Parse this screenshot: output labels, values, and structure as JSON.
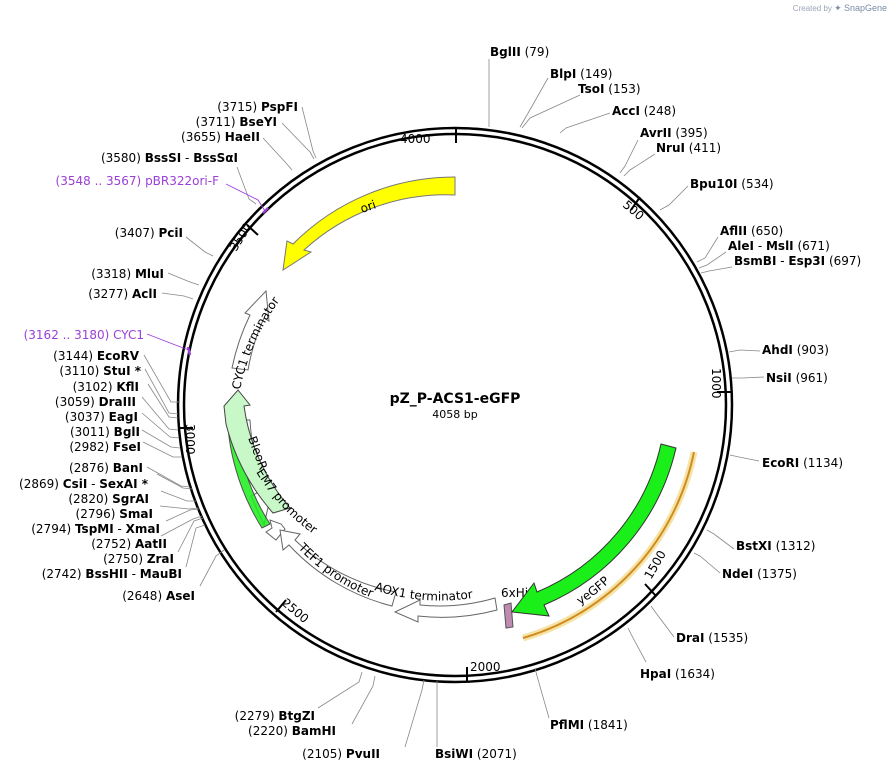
{
  "header": {
    "watermark_prefix": "Created by",
    "watermark_brand": "SnapGene"
  },
  "plasmid": {
    "name": "pZ_P-ACS1-eGFP",
    "length_label": "4058 bp",
    "length": 4058
  },
  "colors": {
    "purple": "#9b3fd8",
    "yellow": "#ffff00",
    "green": "#1aef1a",
    "light_green": "#c8f7c8",
    "orange": "#d18b1e",
    "pink": "#c08bb0"
  },
  "ticks": [
    {
      "pos": 500,
      "label": "500"
    },
    {
      "pos": 1000,
      "label": "1000"
    },
    {
      "pos": 1500,
      "label": "1500"
    },
    {
      "pos": 2000,
      "label": "2000"
    },
    {
      "pos": 2500,
      "label": "2500"
    },
    {
      "pos": 3000,
      "label": "3000"
    },
    {
      "pos": 3500,
      "label": "3500"
    },
    {
      "pos": 4000,
      "label": "4000"
    }
  ],
  "sites": [
    {
      "name": "BglII",
      "pos": "79"
    },
    {
      "name": "BlpI",
      "pos": "149"
    },
    {
      "name": "TsoI",
      "pos": "153"
    },
    {
      "name": "AccI",
      "pos": "248"
    },
    {
      "name": "AvrII",
      "pos": "395"
    },
    {
      "name": "NruI",
      "pos": "411"
    },
    {
      "name": "Bpu10I",
      "pos": "534"
    },
    {
      "name": "AflII",
      "pos": "650"
    },
    {
      "name": "AleI",
      "name2": "MslI",
      "pos": "671"
    },
    {
      "name": "BsmBI",
      "name2": "Esp3I",
      "pos": "697"
    },
    {
      "name": "AhdI",
      "pos": "903"
    },
    {
      "name": "NsiI",
      "pos": "961"
    },
    {
      "name": "EcoRI",
      "pos": "1134"
    },
    {
      "name": "BstXI",
      "pos": "1312"
    },
    {
      "name": "NdeI",
      "pos": "1375"
    },
    {
      "name": "DraI",
      "pos": "1535"
    },
    {
      "name": "HpaI",
      "pos": "1634"
    },
    {
      "name": "PflMI",
      "pos": "1841"
    },
    {
      "name": "BsiWI",
      "pos": "2071"
    },
    {
      "name": "PvuII",
      "pos": "2105"
    },
    {
      "name": "BamHI",
      "pos": "2220"
    },
    {
      "name": "BtgZI",
      "pos": "2279"
    },
    {
      "name": "AseI",
      "pos": "2648"
    },
    {
      "name": "BssHII",
      "name2": "MauBI",
      "pos": "2742"
    },
    {
      "name": "ZraI",
      "pos": "2750"
    },
    {
      "name": "AatII",
      "pos": "2752"
    },
    {
      "name": "TspMI",
      "name2": "XmaI",
      "pos": "2794"
    },
    {
      "name": "SmaI",
      "pos": "2796"
    },
    {
      "name": "SgrAI",
      "pos": "2820"
    },
    {
      "name": "CsiI",
      "name2": "SexAI *",
      "pos": "2869"
    },
    {
      "name": "BanI",
      "pos": "2876"
    },
    {
      "name": "FseI",
      "pos": "2982"
    },
    {
      "name": "BglI",
      "pos": "3011"
    },
    {
      "name": "EagI",
      "pos": "3037"
    },
    {
      "name": "DraIII",
      "pos": "3059"
    },
    {
      "name": "KflI",
      "pos": "3102"
    },
    {
      "name": "StuI *",
      "pos": "3110"
    },
    {
      "name": "EcoRV",
      "pos": "3144"
    },
    {
      "name": "AclI",
      "pos": "3277"
    },
    {
      "name": "MluI",
      "pos": "3318"
    },
    {
      "name": "PciI",
      "pos": "3407"
    },
    {
      "name": "BssSI",
      "name2": "BssSαI",
      "pos": "3580"
    },
    {
      "name": "HaeII",
      "pos": "3655"
    },
    {
      "name": "BseYI",
      "pos": "3711"
    },
    {
      "name": "PspFI",
      "pos": "3715"
    }
  ],
  "primers": [
    {
      "name": "pBR322ori-F",
      "range": "(3548 .. 3567)"
    },
    {
      "name": "CYC1",
      "range": "(3162 .. 3180)"
    }
  ],
  "features": [
    {
      "name": "ori"
    },
    {
      "name": "CYC1 terminator"
    },
    {
      "name": "BleoR"
    },
    {
      "name": "EM7 promoter"
    },
    {
      "name": "TEF1 promoter"
    },
    {
      "name": "AOX1 terminator"
    },
    {
      "name": "6xHis"
    },
    {
      "name": "yeGFP"
    }
  ]
}
